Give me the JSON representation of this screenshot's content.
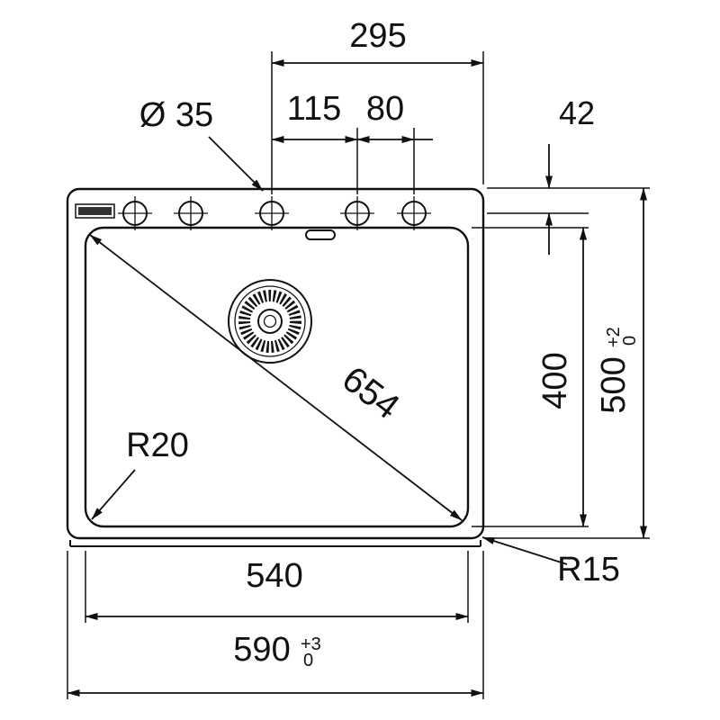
{
  "colors": {
    "line": "#111111",
    "background": "#ffffff"
  },
  "labels": {
    "half_width": "295",
    "hole_pitch_left": "115",
    "hole_pitch_right": "80",
    "hole_diameter": "Ø 35",
    "deck_offset": "42",
    "bowl_depth": "400",
    "overall_depth": "500",
    "overall_depth_tol_upper": "+2",
    "overall_depth_tol_lower": "0",
    "diagonal": "654",
    "inner_corner_radius": "R20",
    "outer_corner_radius": "R15",
    "bowl_width": "540",
    "overall_width": "590",
    "overall_width_tol_upper": "+3",
    "overall_width_tol_lower": "0"
  }
}
